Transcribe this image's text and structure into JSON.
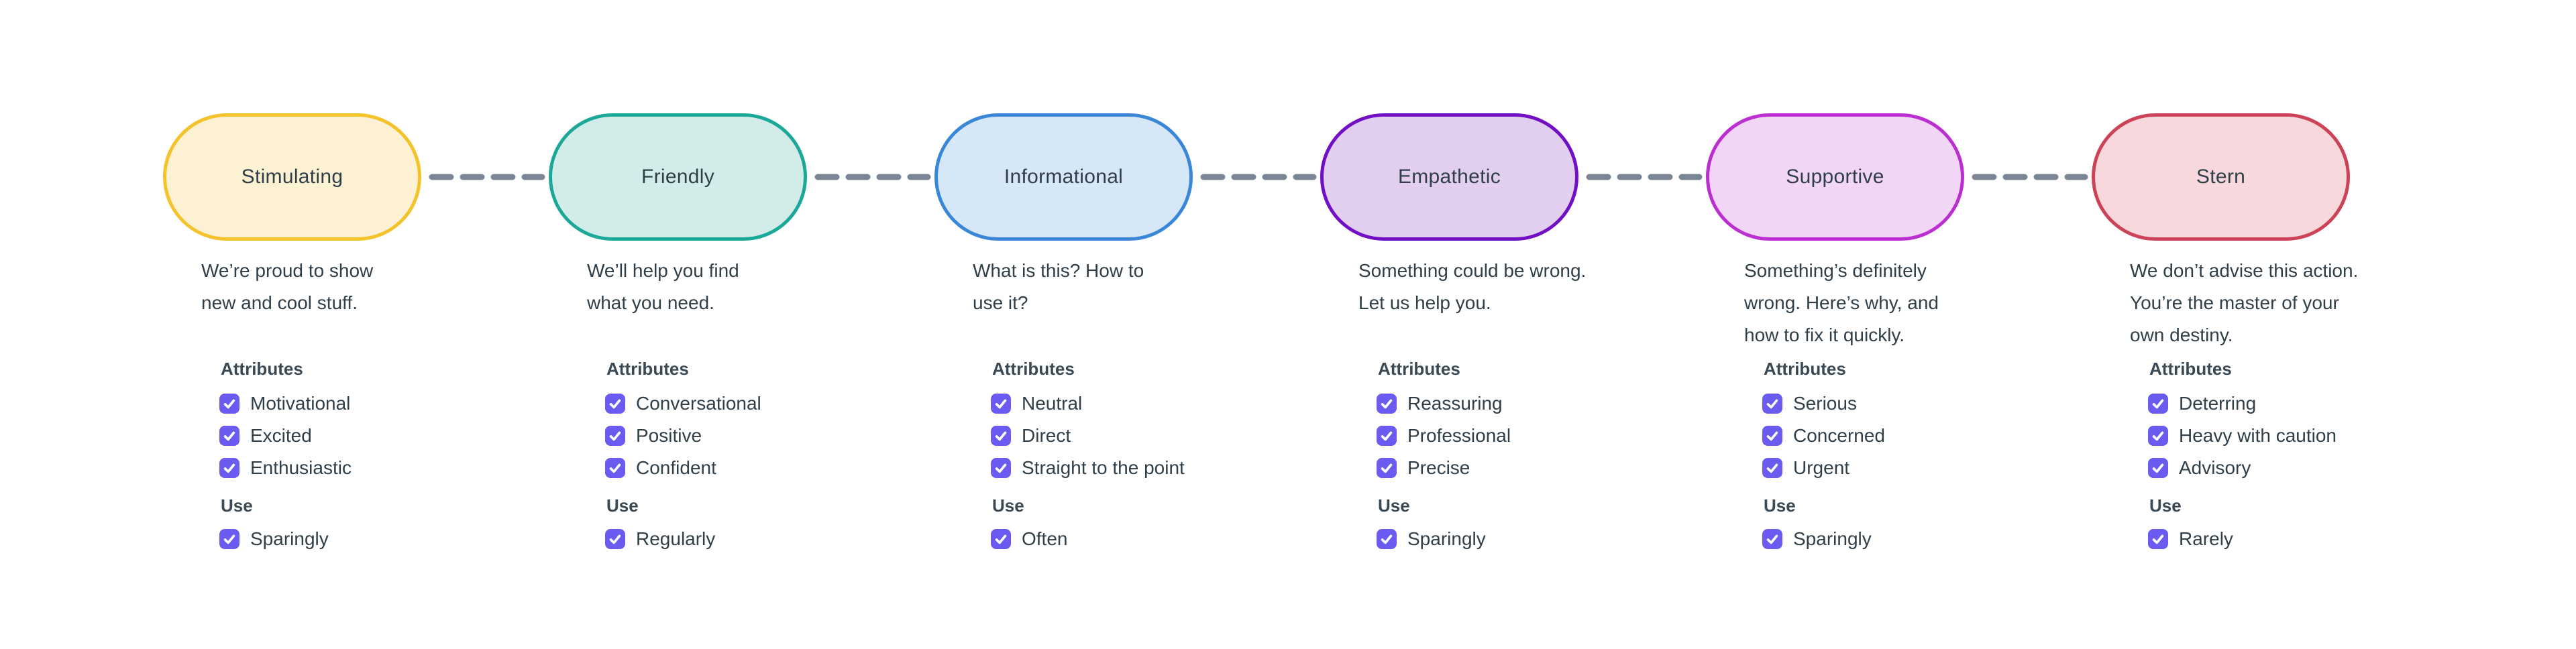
{
  "theme": {
    "background": "#FFFFFF",
    "text_color": "#303E48",
    "heading_color": "#3A4954",
    "checkbox_color": "#6C5BF0",
    "connector_color": "#7B8794"
  },
  "labels": {
    "attributes_heading": "Attributes",
    "use_heading": "Use"
  },
  "columns": [
    {
      "tone": "Stimulating",
      "pill_border": "#F4C22B",
      "pill_fill": "#FCF1D3",
      "description": [
        "We’re proud to show",
        "new and cool stuff."
      ],
      "attributes": [
        "Motivational",
        "Excited",
        "Enthusiastic"
      ],
      "use": "Sparingly"
    },
    {
      "tone": "Friendly",
      "pill_border": "#1CA897",
      "pill_fill": "#D2ECEA",
      "description": [
        "We’ll help you find",
        "what you need."
      ],
      "attributes": [
        "Conversational",
        "Positive",
        "Confident"
      ],
      "use": "Regularly"
    },
    {
      "tone": "Informational",
      "pill_border": "#3A87D7",
      "pill_fill": "#D6E7F8",
      "description": [
        "What is this? How to",
        "use it?"
      ],
      "attributes": [
        "Neutral",
        "Direct",
        "Straight to the point"
      ],
      "use": "Often"
    },
    {
      "tone": "Empathetic",
      "pill_border": "#720FC4",
      "pill_fill": "#E2CFF0",
      "description": [
        "Something could be wrong.",
        "Let us help you."
      ],
      "attributes": [
        "Reassuring",
        "Professional",
        "Precise"
      ],
      "use": "Sparingly"
    },
    {
      "tone": "Supportive",
      "pill_border": "#BB2FD0",
      "pill_fill": "#F2D6F5",
      "description": [
        "Something’s definitely",
        "wrong. Here’s why, and",
        "how to fix it quickly."
      ],
      "attributes": [
        "Serious",
        "Concerned",
        "Urgent"
      ],
      "use": "Sparingly"
    },
    {
      "tone": "Stern",
      "pill_border": "#CC4257",
      "pill_fill": "#F7D9DD",
      "description": [
        "We don’t advise this action.",
        "You’re the master of your",
        "own destiny."
      ],
      "attributes": [
        "Deterring",
        "Heavy with caution",
        "Advisory"
      ],
      "use": "Rarely"
    }
  ]
}
